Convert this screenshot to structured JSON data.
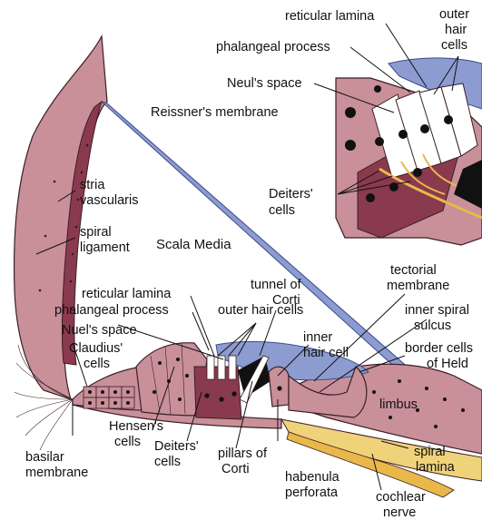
{
  "labels": {
    "reticular_lamina_top": "reticular lamina",
    "outer_hair_cells_top": [
      "outer",
      "hair",
      "cells"
    ],
    "phalangeal_process_top": "phalangeal process",
    "neuls_space": "Neul's space",
    "reissners_membrane": "Reissner's membrane",
    "stria_vascularis": [
      "stria",
      "vascularis"
    ],
    "spiral_ligament": [
      "spiral",
      "ligament"
    ],
    "deiters_cells_top": [
      "Deiters'",
      "cells"
    ],
    "scala_media": "Scala Media",
    "tunnel_of_corti": [
      "tunnel of",
      "Corti"
    ],
    "tectorial_membrane": [
      "tectorial",
      "membrane"
    ],
    "reticular_lamina": "reticular lamina",
    "phalangeal_process": "phalangeal process",
    "outer_hair_cells": "outer hair cells",
    "inner_spiral_sulcus": [
      "inner spiral",
      "sulcus"
    ],
    "nuels_space": "Nuel's space",
    "inner_hair_cell": [
      "inner",
      "hair cell"
    ],
    "claudius_cells": [
      "Claudius'",
      "cells"
    ],
    "border_cells_of_held": [
      "border cells",
      "of Held"
    ],
    "limbus": "limbus",
    "hensens_cells": [
      "Hensen's",
      "cells"
    ],
    "deiters_cells": [
      "Deiters'",
      "cells"
    ],
    "basilar_membrane": [
      "basilar",
      "membrane"
    ],
    "pillars_of_corti": [
      "pillars of",
      "Corti"
    ],
    "habenula_perforata": [
      "habenula",
      "perforata"
    ],
    "spiral_lamina": [
      "spiral",
      "lamina"
    ],
    "cochlear_nerve": [
      "cochlear",
      "nerve"
    ]
  },
  "colors": {
    "tissue": "#c9909a",
    "tissue_dark": "#8a3a4e",
    "membrane": "#8c9cd0",
    "membrane_line": "#3c4a8c",
    "bone": "#f0d27a",
    "nerve": "#e8b84a",
    "outline": "#1b1b1b"
  }
}
